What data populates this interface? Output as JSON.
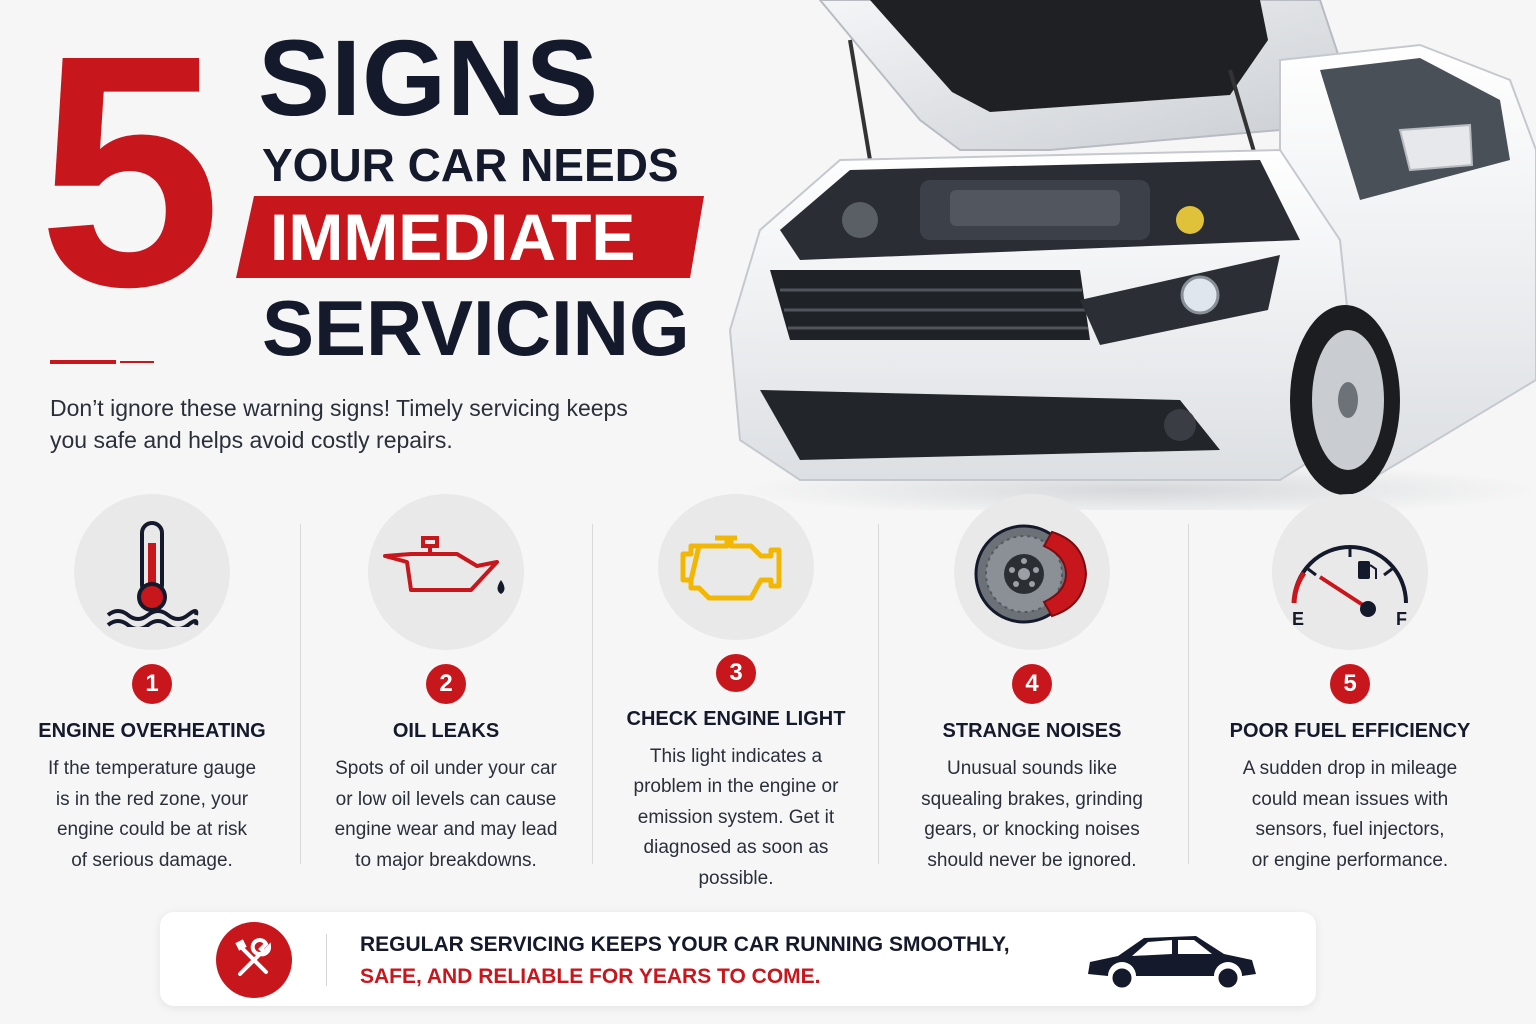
{
  "header": {
    "number": "5",
    "line1": "SIGNS",
    "line2": "YOUR CAR NEEDS",
    "line3": "IMMEDIATE",
    "line4": "SERVICING"
  },
  "subtitle": "Don’t ignore these warning signs! Timely servicing keeps you safe and helps avoid costly repairs.",
  "signs": [
    {
      "number": "1",
      "title": "ENGINE OVERHEATING",
      "desc": [
        "If the temperature gauge",
        "is in the red zone, your",
        "engine could be at risk",
        "of serious damage."
      ],
      "icon": "thermometer-icon"
    },
    {
      "number": "2",
      "title": "OIL LEAKS",
      "desc": [
        "Spots of oil under your car",
        "or low oil levels can cause",
        "engine wear and may lead",
        "to major breakdowns."
      ],
      "icon": "oil-can-icon"
    },
    {
      "number": "3",
      "title": "CHECK ENGINE LIGHT",
      "desc": [
        "This light indicates a",
        "problem in the engine or",
        "emission system. Get it",
        "diagnosed as soon as",
        "possible."
      ],
      "icon": "check-engine-icon"
    },
    {
      "number": "4",
      "title": "STRANGE NOISES",
      "desc": [
        "Unusual sounds like",
        "squealing brakes, grinding",
        "gears, or knocking noises",
        "should never be ignored."
      ],
      "icon": "brake-disc-icon"
    },
    {
      "number": "5",
      "title": "POOR FUEL EFFICIENCY",
      "desc": [
        "A sudden drop in mileage",
        "could mean issues with",
        "sensors, fuel injectors,",
        "or engine performance."
      ],
      "icon": "fuel-gauge-icon"
    }
  ],
  "fuel_gauge": {
    "empty_label": "E",
    "full_label": "F"
  },
  "banner": {
    "line1": "REGULAR SERVICING KEEPS YOUR CAR RUNNING SMOOTHLY,",
    "line2": "SAFE, AND RELIABLE FOR YEARS TO COME."
  },
  "colors": {
    "accent_red": "#c8161d",
    "navy": "#141a2b",
    "engine_light_yellow": "#f2b705",
    "background": "#f6f6f6"
  }
}
